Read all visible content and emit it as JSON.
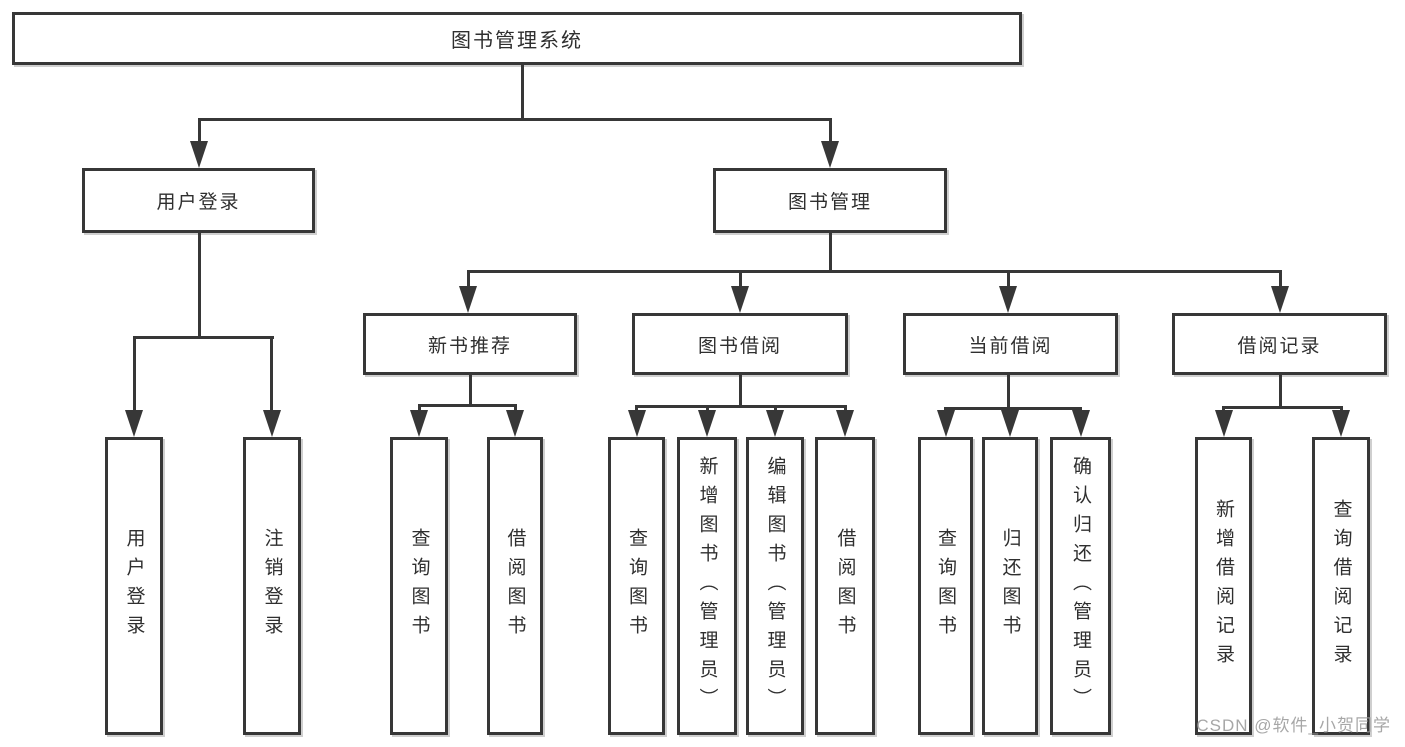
{
  "diagram": {
    "root": {
      "label": "图书管理系统"
    },
    "branches": {
      "user": {
        "label": "用户登录",
        "leaves": [
          {
            "label": "用户登录"
          },
          {
            "label": "注销登录"
          }
        ]
      },
      "books": {
        "label": "图书管理",
        "sections": [
          {
            "label": "新书推荐",
            "leaves": [
              {
                "label": "查询图书"
              },
              {
                "label": "借阅图书"
              }
            ]
          },
          {
            "label": "图书借阅",
            "leaves": [
              {
                "label": "查询图书"
              },
              {
                "label": "新增图书（管理员）"
              },
              {
                "label": "编辑图书（管理员）"
              },
              {
                "label": "借阅图书"
              }
            ]
          },
          {
            "label": "当前借阅",
            "leaves": [
              {
                "label": "查询图书"
              },
              {
                "label": "归还图书"
              },
              {
                "label": "确认归还（管理员）"
              }
            ]
          },
          {
            "label": "借阅记录",
            "leaves": [
              {
                "label": "新增借阅记录"
              },
              {
                "label": "查询借阅记录"
              }
            ]
          }
        ]
      }
    },
    "watermark": {
      "text": "CSDN @软件_小贺同学",
      "color": "#9b9b9b"
    },
    "colors": {
      "line": "#373737",
      "text": "#2f2f2f",
      "background": "#ffffff"
    }
  }
}
